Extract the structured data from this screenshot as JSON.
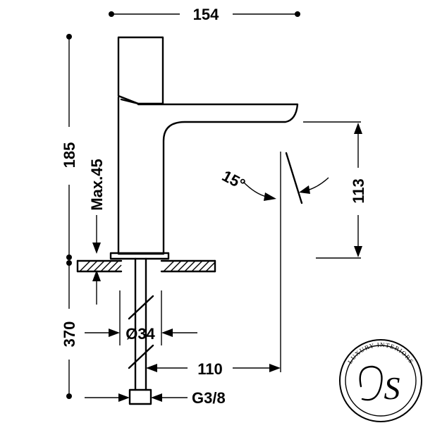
{
  "dimensions": {
    "top_width": "154",
    "overall_height": "185",
    "max_deck": "Max.45",
    "spout_height": "113",
    "angle": "15°",
    "hose_length": "370",
    "tail_diameter": "Ø34",
    "reach": "110",
    "connection": "G3/8"
  },
  "logo": {
    "ring_text": "LUXURY INTERIORS",
    "initials": "S"
  },
  "colors": {
    "line": "#000000",
    "background": "#ffffff"
  }
}
